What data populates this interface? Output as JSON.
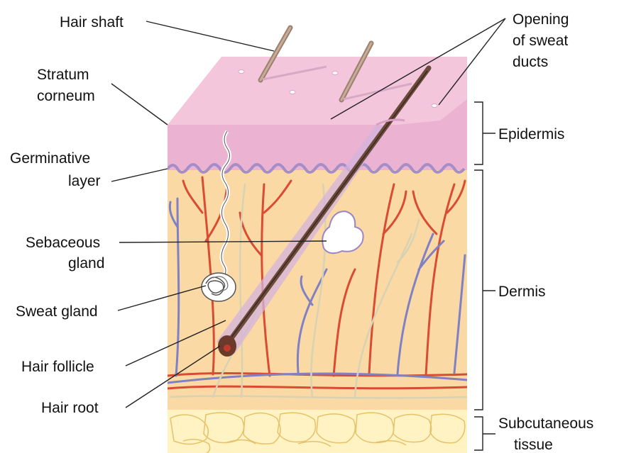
{
  "figure": {
    "labels": {
      "hair_shaft": "Hair shaft",
      "stratum_corneum": [
        "Stratum",
        "corneum"
      ],
      "germinative_layer": [
        "Germinative",
        "layer"
      ],
      "sebaceous_gland": [
        "Sebaceous",
        "gland"
      ],
      "sweat_gland": "Sweat gland",
      "hair_follicle": "Hair follicle",
      "hair_root": "Hair root",
      "opening_of_sweat_ducts": [
        "Opening",
        "of sweat",
        "ducts"
      ],
      "epidermis": "Epidermis",
      "dermis": "Dermis",
      "subcutaneous_tissue": [
        "Subcutaneous",
        "tissue"
      ]
    },
    "colors": {
      "skin_surface": "#f3c6dc",
      "epidermis": "#ebb2d2",
      "germinative_border": "#a58ec8",
      "dermis": "#fbd9a4",
      "subcutaneous_fat": "#fff3c4",
      "artery": "#d94b32",
      "vein": "#8080c4",
      "nerve": "#d8d2b4",
      "hair": "#6b4a3a",
      "follicle": "#d4b3dc"
    }
  }
}
